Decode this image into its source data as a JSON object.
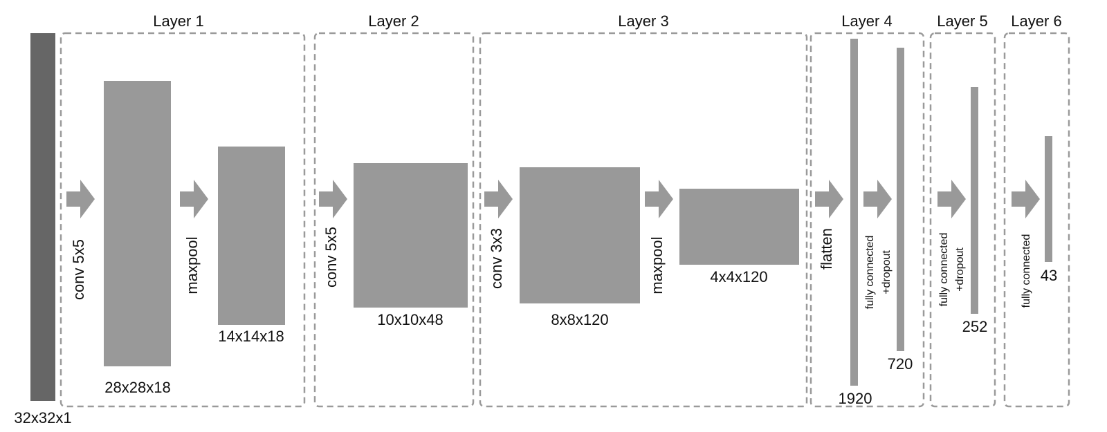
{
  "input": {
    "dims": "32x32x1"
  },
  "layers": [
    {
      "title": "Layer 1"
    },
    {
      "title": "Layer 2"
    },
    {
      "title": "Layer 3"
    },
    {
      "title": "Layer 4"
    },
    {
      "title": "Layer 5"
    },
    {
      "title": "Layer 6"
    }
  ],
  "tensors": {
    "conv1_out": "28x28x18",
    "pool1_out": "14x14x18",
    "conv2_out": "10x10x48",
    "conv3_out": "8x8x120",
    "pool3_out": "4x4x120",
    "flatten_out": "1920",
    "fc4_out": "720",
    "fc5_out": "252",
    "fc6_out": "43"
  },
  "ops": {
    "conv1": "conv 5x5",
    "pool1": "maxpool",
    "conv2": "conv 5x5",
    "conv3": "conv 3x3",
    "pool3": "maxpool",
    "flatten": "flatten",
    "fc4_line1": "fully connected",
    "fc4_line2": "+dropout",
    "fc5_line1": "fully connected",
    "fc5_line2": "+dropout",
    "fc6": "fully connected"
  },
  "colors": {
    "input_block": "#666666",
    "feature_block": "#999999",
    "layer_border": "#9a9a9a"
  }
}
